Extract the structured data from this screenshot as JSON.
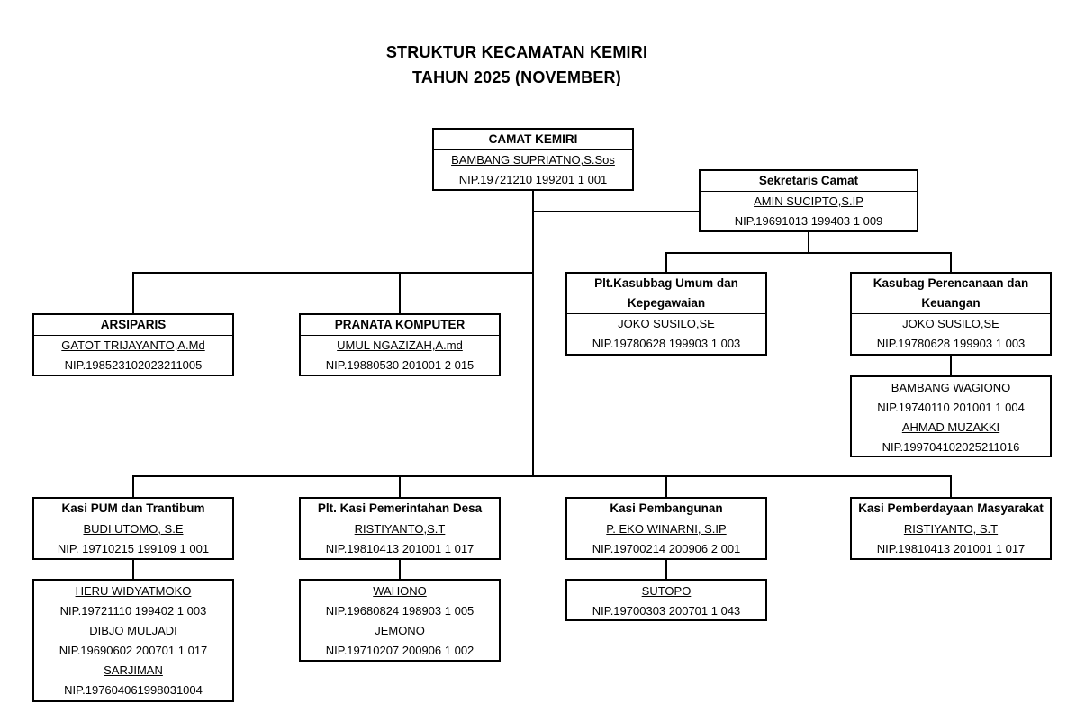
{
  "title": {
    "line1": "STRUKTUR KECAMATAN KEMIRI",
    "line2": "TAHUN 2025 (NOVEMBER)"
  },
  "camat": {
    "title": "CAMAT KEMIRI",
    "name": "BAMBANG SUPRIATNO,S.Sos",
    "nip": "NIP.19721210 199201 1 001"
  },
  "sekcam": {
    "title": "Sekretaris Camat",
    "name": "AMIN SUCIPTO,S.IP",
    "nip": "NIP.19691013 199403 1 009"
  },
  "arsiparis": {
    "title": "ARSIPARIS",
    "name": "GATOT TRIJAYANTO,A.Md",
    "nip": "NIP.198523102023211005"
  },
  "pranata": {
    "title": "PRANATA KOMPUTER",
    "name": "UMUL NGAZIZAH,A.md",
    "nip": "NIP.19880530 201001 2 015"
  },
  "umum": {
    "title1": "Plt.Kasubbag Umum dan",
    "title2": "Kepegawaian",
    "name": "JOKO SUSILO,SE",
    "nip": "NIP.19780628 199903 1 003"
  },
  "perencanaan": {
    "title1": "Kasubag Perencanaan dan",
    "title2": "Keuangan",
    "name": "JOKO SUSILO,SE",
    "nip": "NIP.19780628 199903 1 003"
  },
  "perencanaan_staff": [
    {
      "name": "BAMBANG WAGIONO",
      "nip": "NIP.19740110 201001 1 004"
    },
    {
      "name": "AHMAD MUZAKKI",
      "nip": "NIP.199704102025211016"
    }
  ],
  "pum": {
    "title": "Kasi PUM dan Trantibum",
    "name": "BUDI UTOMO, S.E",
    "nip": "NIP. 19710215 199109 1 001"
  },
  "pum_staff": [
    {
      "name": "HERU WIDYATMOKO",
      "nip": "NIP.19721110 199402 1 003"
    },
    {
      "name": "DIBJO MULJADI",
      "nip": "NIP.19690602 200701 1 017"
    },
    {
      "name": "SARJIMAN",
      "nip": "NIP.197604061998031004"
    }
  ],
  "pemdes": {
    "title": "Plt. Kasi Pemerintahan Desa",
    "name": "RISTIYANTO,S.T",
    "nip": "NIP.19810413 201001 1 017"
  },
  "pemdes_staff": [
    {
      "name": "WAHONO",
      "nip": "NIP.19680824 198903 1 005"
    },
    {
      "name": "JEMONO",
      "nip": "NIP.19710207 200906 1 002"
    }
  ],
  "pembangunan": {
    "title": "Kasi Pembangunan",
    "name": "P. EKO WINARNI, S.IP",
    "nip": "NIP.19700214 200906 2 001"
  },
  "pembangunan_staff": [
    {
      "name": "SUTOPO",
      "nip": "NIP.19700303 200701 1 043"
    }
  ],
  "pemberdayaan": {
    "title": "Kasi Pemberdayaan Masyarakat",
    "name": "RISTIYANTO, S.T",
    "nip": "NIP.19810413 201001 1 017"
  }
}
